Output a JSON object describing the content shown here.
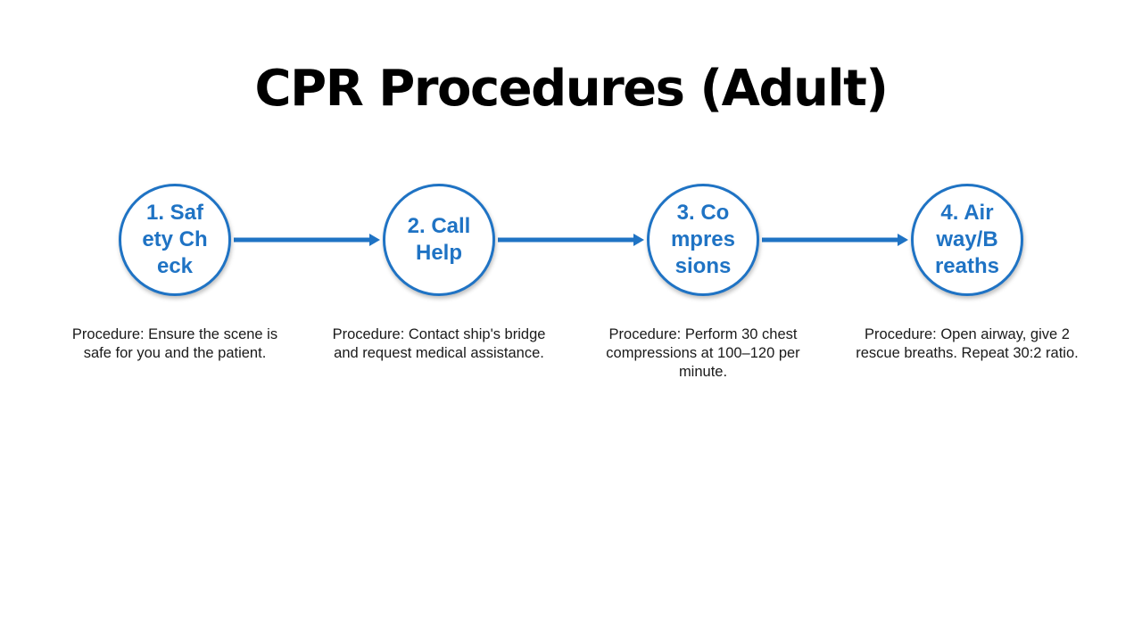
{
  "title": "CPR Procedures (Adult)",
  "colors": {
    "accent": "#1f73c4",
    "text": "#000000",
    "background": "#ffffff"
  },
  "steps": [
    {
      "label": "1. Safety Check",
      "description": "Procedure: Ensure the scene is safe for you and the patient."
    },
    {
      "label": "2. Call Help",
      "description": "Procedure: Contact ship's bridge and request medical assistance."
    },
    {
      "label": "3. Compressions",
      "description": "Procedure: Perform 30 chest compressions at 100–120 per minute."
    },
    {
      "label": "4. Airway/Breaths",
      "description": "Procedure: Open airway, give 2 rescue breaths. Repeat 30:2 ratio."
    }
  ]
}
